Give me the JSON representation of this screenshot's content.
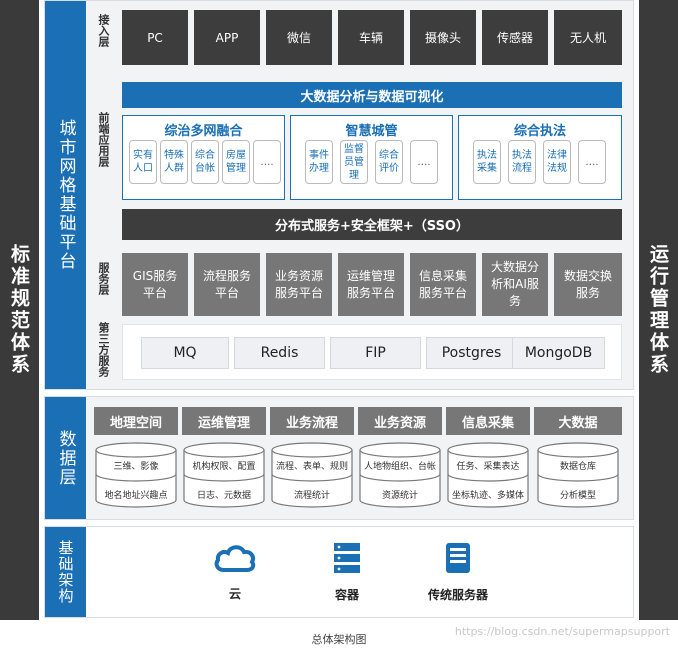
{
  "left_bar": "标准规范体系",
  "right_bar": "运行管理体系",
  "platform": {
    "title": "城市网格基础平台",
    "access": {
      "label": "接入层",
      "items": [
        "PC",
        "APP",
        "微信",
        "车辆",
        "摄像头",
        "传感器",
        "无人机"
      ]
    },
    "application": {
      "label": "前端应用层",
      "banner": "大数据分析与数据可视化",
      "groups": [
        {
          "title": "综治多网融合",
          "chips": [
            "实有人口",
            "特殊人群",
            "综合台帐",
            "房屋管理",
            "…."
          ]
        },
        {
          "title": "智慧城管",
          "chips": [
            "事件办理",
            "监督员管理",
            "综合评价",
            "…."
          ]
        },
        {
          "title": "综合执法",
          "chips": [
            "执法采集",
            "执法流程",
            "法律法规",
            "…."
          ]
        }
      ]
    },
    "sso_banner": "分布式服务+安全框架+（SSO）",
    "service": {
      "label": "服务层",
      "items": [
        "GIS服务平台",
        "流程服务平台",
        "业务资源服务平台",
        "运维管理服务平台",
        "信息采集服务平台",
        "大数据分析和AI服务",
        "数据交换服务"
      ]
    },
    "third_party": {
      "label": "第三方服务",
      "items": [
        "MQ",
        "Redis",
        "FIP",
        "Postgres",
        "MongoDB"
      ]
    }
  },
  "data_layer": {
    "title": "数据层",
    "columns": [
      {
        "head": "地理空间",
        "top": "三维、影像",
        "bottom": "地名地址兴趣点"
      },
      {
        "head": "运维管理",
        "top": "机构权限、配置",
        "bottom": "日志、元数据"
      },
      {
        "head": "业务流程",
        "top": "流程、表单、规则",
        "bottom": "流程统计"
      },
      {
        "head": "业务资源",
        "top": "人地物组织、台帐",
        "bottom": "资源统计"
      },
      {
        "head": "信息采集",
        "top": "任务、采集表达",
        "bottom": "坐标轨迹、多媒体"
      },
      {
        "head": "大数据",
        "top": "数据仓库",
        "bottom": "分析模型"
      }
    ]
  },
  "infra": {
    "title": "基础架构",
    "items": [
      {
        "label": "云",
        "icon": "cloud-icon"
      },
      {
        "label": "容器",
        "icon": "container-icon"
      },
      {
        "label": "传统服务器",
        "icon": "server-icon"
      }
    ]
  },
  "caption": "总体架构图",
  "watermark": "https://blog.csdn.net/supermapsupport",
  "colors": {
    "primary_blue": "#1a6fb5",
    "dark_gray": "#3d3d3d",
    "mid_gray": "#777777"
  }
}
